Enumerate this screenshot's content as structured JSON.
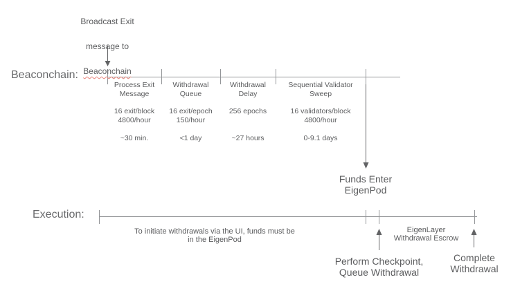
{
  "colors": {
    "text": "#5b5c5e",
    "row_label": "#68696b",
    "line": "#939598",
    "arrow": "#626365",
    "spellcheck_underline": "#e8837a"
  },
  "broadcast_note": {
    "line1": "Broadcast Exit",
    "line2": "message to",
    "underlined_word": "Beaconchain"
  },
  "beaconchain_row": {
    "label": "Beaconchain:",
    "stages": [
      {
        "name": "Process Exit\nMessage",
        "rate": "16 exit/block\n4800/hour",
        "duration": "~30 min."
      },
      {
        "name": "Withdrawal\nQueue",
        "rate": "16 exit/epoch\n150/hour",
        "duration": "<1 day"
      },
      {
        "name": "Withdrawal\nDelay",
        "rate": "256 epochs",
        "duration": "~27 hours"
      },
      {
        "name": "Sequential Validator\nSweep",
        "rate": "16 validators/block\n4800/hour",
        "duration": "0-9.1 days"
      }
    ]
  },
  "execution_row": {
    "label": "Execution:",
    "funds_enter_note": "Funds Enter\nEigenPod",
    "ui_note": "To initiate withdrawals via the UI, funds must be\nin the EigenPod",
    "escrow_label": "EigenLayer\nWithdrawal Escrow",
    "checkpoint_note": "Perform Checkpoint,\nQueue Withdrawal",
    "complete_note": "Complete\nWithdrawal"
  }
}
